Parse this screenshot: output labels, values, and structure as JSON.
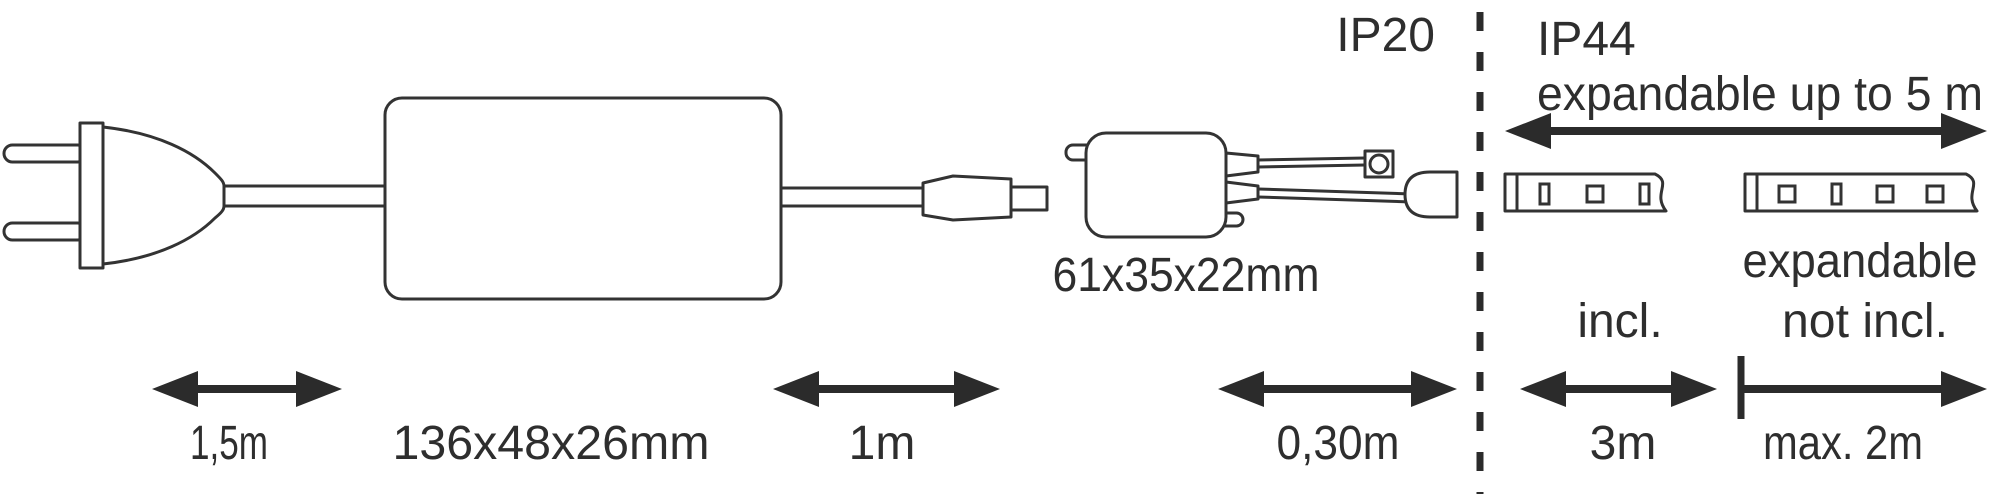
{
  "page": {
    "background": "#ffffff",
    "line_color": "#333333",
    "arrow_color": "#2b2b2b"
  },
  "labels": {
    "ip_zone_left": "IP20",
    "ip_zone_right": "IP44",
    "expandable_range": "expandable up to 5 m",
    "controller_dimensions": "61x35x22mm",
    "strip_included": "incl.",
    "strip_expandable_line1": "expandable",
    "strip_expandable_line2": "not incl."
  },
  "dimensions": {
    "power_cord": "1,5m",
    "driver_box": "136x48x26mm",
    "cable_to_controller": "1m",
    "controller_cable": "0,30m",
    "strip_included_length": "3m",
    "strip_extension_max": "max. 2m"
  }
}
